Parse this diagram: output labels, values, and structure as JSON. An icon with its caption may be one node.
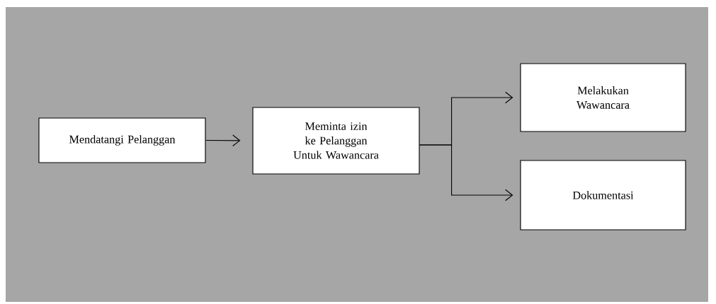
{
  "diagram": {
    "nodes": [
      {
        "text": [
          "Mendatangi Pelanggan"
        ]
      },
      {
        "text": [
          "Meminta izin ke Pelanggan Untuk Wawancara"
        ]
      },
      {
        "text": [
          "Melakukan Wawancara"
        ]
      },
      {
        "text": [
          "Dokumentasi"
        ]
      }
    ],
    "edges": [
      {
        "from": 0,
        "to": 1,
        "arrow": "to"
      },
      {
        "from": 1,
        "to": 2,
        "arrow": "to"
      },
      {
        "from": 1,
        "to": 3,
        "arrow": "to"
      }
    ]
  }
}
